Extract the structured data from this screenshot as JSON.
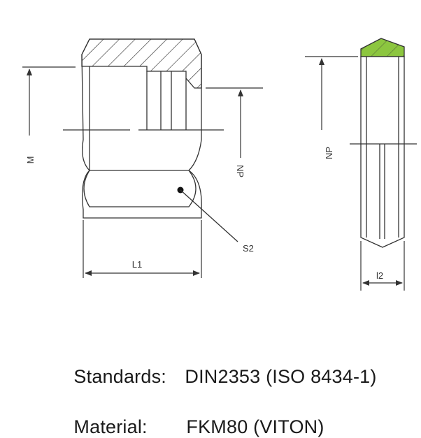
{
  "drawing": {
    "labels": {
      "m": "M",
      "np_nut": "NP",
      "s2": "S2",
      "l1": "L1",
      "np_ring": "NP",
      "l2": "l2"
    },
    "colors": {
      "line": "#333333",
      "seal": "#8cc63f"
    }
  },
  "specs": {
    "standards_label": "Standards:",
    "standards_value": "DIN2353 (ISO 8434-1)",
    "material_label": "Material:",
    "material_value": "FKM80 (VITON)"
  }
}
